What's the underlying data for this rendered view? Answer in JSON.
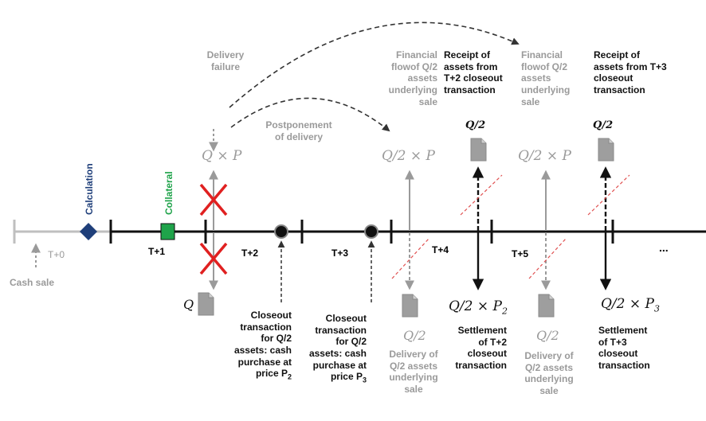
{
  "colors": {
    "timeline": "#111111",
    "past_line": "#bfbfbf",
    "gray_text": "#9a9a9a",
    "calculation": "#1f3f7a",
    "collateral": "#1fa34a",
    "fail_cross": "#e02020",
    "slash": "#e05050",
    "doc_icon": "#9e9e9e"
  },
  "timeline": {
    "t0": "T+0",
    "t1": "T+1",
    "t2": "T+2",
    "t3": "T+3",
    "t4": "T+4",
    "t5": "T+5",
    "ellipsis": "..."
  },
  "markers": {
    "calculation": "Calculation",
    "collateral": "Collateral",
    "cash_sale": "Cash sale"
  },
  "delivery_failure": {
    "line1": "Delivery",
    "line2": "failure"
  },
  "postponement": {
    "line1": "Postponement",
    "line2": "of delivery"
  },
  "qp": {
    "main": "Q × P",
    "q": "Q",
    "half_p_1": "Q/2 × P",
    "half_p_2": "Q/2 × P",
    "half_p2": "Q/2 × P",
    "half_p2_sub": "2",
    "half_p3": "Q/2 × P",
    "half_p3_sub": "3",
    "q2_top_1": "Q/2",
    "q2_top_2": "Q/2",
    "q2_bottom_1": "Q/2",
    "q2_bottom_2": "Q/2"
  },
  "financial_flow_1": [
    "Financial",
    "flowof Q/2",
    "assets",
    "underlying",
    "sale"
  ],
  "receipt_1": [
    "Receipt of",
    "assets from",
    "T+2 closeout",
    "transaction"
  ],
  "financial_flow_2": [
    "Financial",
    "flowof Q/2",
    "assets",
    "underlying",
    "sale"
  ],
  "receipt_2": [
    "Receipt of",
    "assets from T+3",
    "closeout",
    "transaction"
  ],
  "closeout_1": [
    "Closeout",
    "transaction",
    "for Q/2",
    "assets: cash",
    "purchase at",
    "price P"
  ],
  "closeout_1_sub": "2",
  "closeout_2": [
    "Closeout",
    "transaction",
    "for Q/2",
    "assets: cash",
    "purchase at",
    "price P"
  ],
  "closeout_2_sub": "3",
  "settlement_1": [
    "Settlement",
    "of T+2",
    "closeout",
    "transaction"
  ],
  "settlement_2": [
    "Settlement",
    "of T+3",
    "closeout",
    "transaction"
  ],
  "delivery_1": [
    "Delivery of",
    "Q/2 assets",
    "underlying",
    "sale"
  ],
  "delivery_2": [
    "Delivery of",
    "Q/2 assets",
    "underlying",
    "sale"
  ]
}
